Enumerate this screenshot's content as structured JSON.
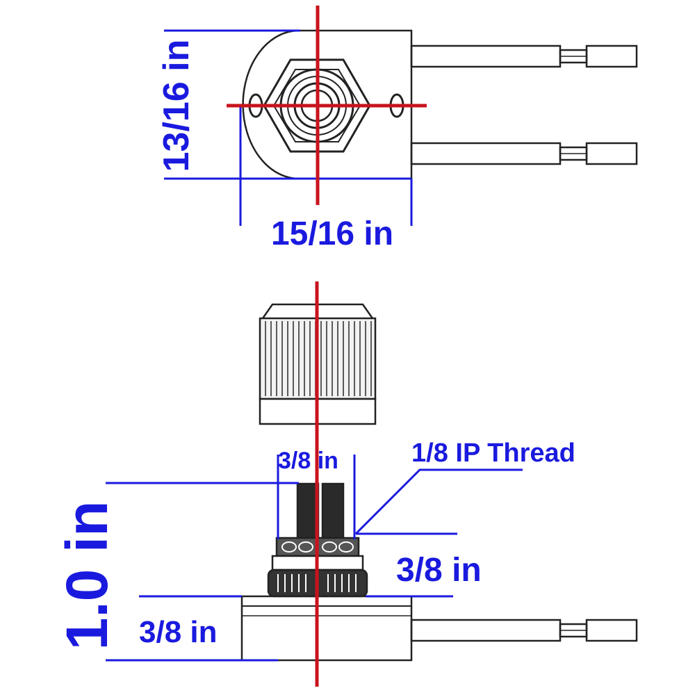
{
  "labels": {
    "height_top": "13/16 in",
    "width_top": "15/16 in",
    "stem_width": "3/8 in",
    "thread": "1/8 IP Thread",
    "bushing_height": "3/8 in",
    "body_height": "3/8 in",
    "overall_height": "1.0 in"
  },
  "colors": {
    "dimension": "#1a1adf",
    "centerline": "#c8141e",
    "outline": "#222222"
  }
}
